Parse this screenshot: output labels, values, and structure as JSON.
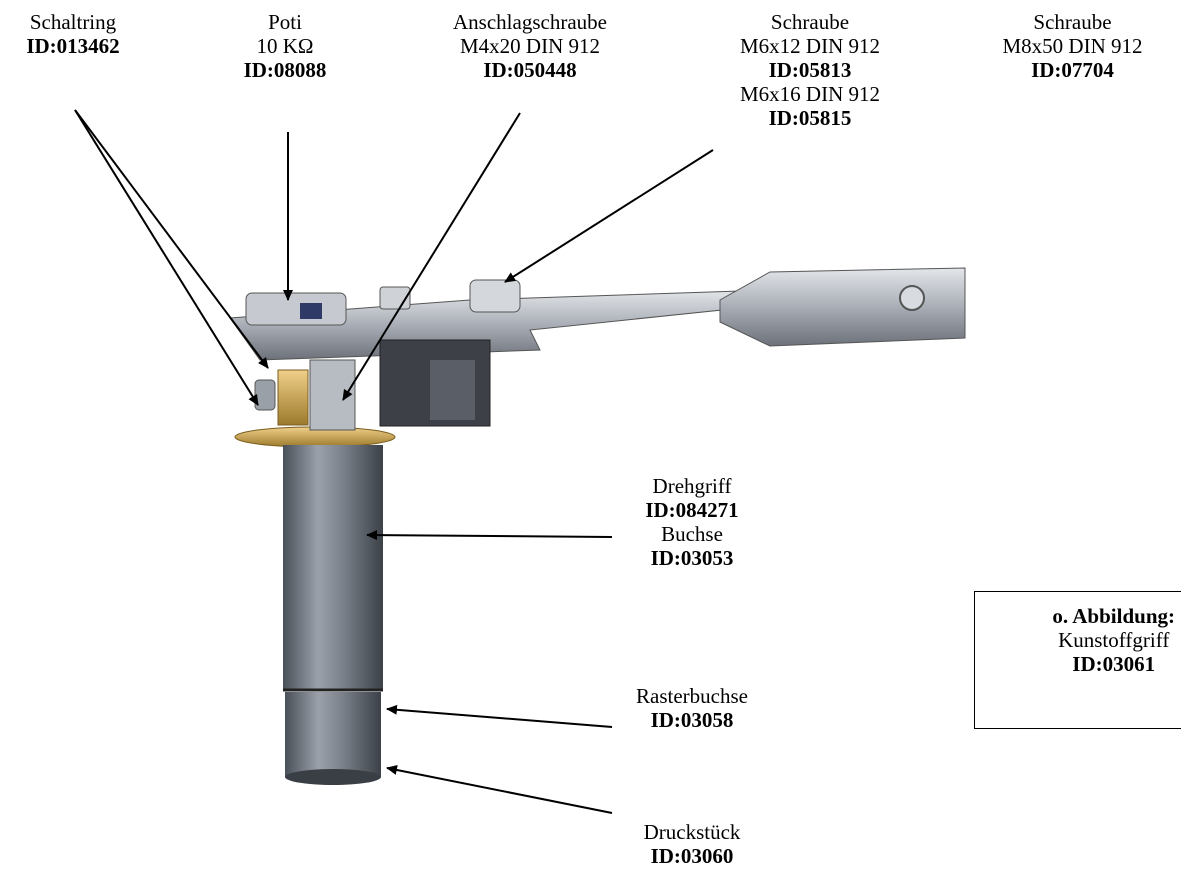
{
  "labels": {
    "schaltring": {
      "name": "Schaltring",
      "id": "ID:013462"
    },
    "poti": {
      "name": "Poti",
      "spec": "10 KΩ",
      "id": "ID:08088"
    },
    "anschlagschraube": {
      "name": "Anschlagschraube",
      "spec": "M4x20 DIN 912",
      "id": "ID:050448"
    },
    "schraube_m6": {
      "name": "Schraube",
      "spec1": "M6x12 DIN 912",
      "id1": "ID:05813",
      "spec2": "M6x16 DIN 912",
      "id2": "ID:05815"
    },
    "schraube_m8": {
      "name": "Schraube",
      "spec": "M8x50 DIN 912",
      "id": "ID:07704"
    },
    "drehgriff": {
      "name": "Drehgriff",
      "id": "ID:084271",
      "name2": "Buchse",
      "id2": "ID:03053"
    },
    "rasterbuchse": {
      "name": "Rasterbuchse",
      "id": "ID:03058"
    },
    "druckstueck": {
      "name": "Druckstück",
      "id": "ID:03060"
    }
  },
  "note": {
    "title": "o. Abbildung:",
    "line1": "Kunstoffgriff",
    "line2": "ID:03061"
  },
  "colors": {
    "metal": "#b8bcc4",
    "metal_dark": "#6e737c",
    "tube": "#7f8690",
    "brass": "#c9a44a"
  }
}
